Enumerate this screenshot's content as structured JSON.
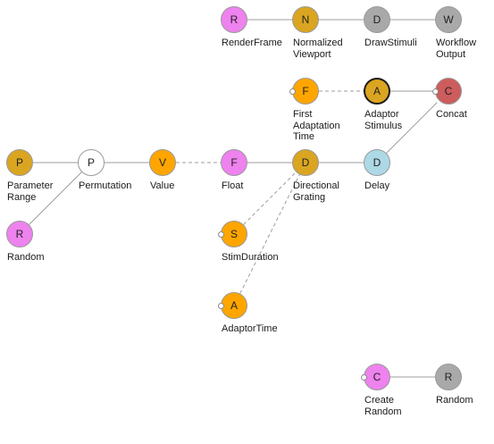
{
  "colors": {
    "violet": "#ee82ee",
    "goldenrod": "#daa520",
    "gray": "#a9a9a9",
    "orange": "#ffa500",
    "indianred": "#cd5c5c",
    "white": "#ffffff",
    "lightblue": "#add8e6"
  },
  "nodes": [
    {
      "id": "renderframe",
      "glyph": "R",
      "label": "RenderFrame",
      "color": "violet"
    },
    {
      "id": "normalizedviewport",
      "glyph": "N",
      "label": "Normalized\nViewport",
      "color": "goldenrod"
    },
    {
      "id": "drawstimuli",
      "glyph": "D",
      "label": "DrawStimuli",
      "color": "gray"
    },
    {
      "id": "workflowoutput",
      "glyph": "W",
      "label": "Workflow\nOutput",
      "color": "gray"
    },
    {
      "id": "firstadaptationtime",
      "glyph": "F",
      "label": "First\nAdaptation\nTime",
      "color": "orange",
      "inport": true
    },
    {
      "id": "adaptorstimulus",
      "glyph": "A",
      "label": "Adaptor\nStimulus",
      "color": "goldenrod",
      "selected": true
    },
    {
      "id": "concat",
      "glyph": "C",
      "label": "Concat",
      "color": "indianred",
      "inport": true
    },
    {
      "id": "parameterrange",
      "glyph": "P",
      "label": "Parameter\nRange",
      "color": "goldenrod"
    },
    {
      "id": "permutation",
      "glyph": "P",
      "label": "Permutation",
      "color": "white"
    },
    {
      "id": "value",
      "glyph": "V",
      "label": "Value",
      "color": "orange"
    },
    {
      "id": "float",
      "glyph": "F",
      "label": "Float",
      "color": "violet"
    },
    {
      "id": "directionalgrating",
      "glyph": "D",
      "label": "Directional\nGrating",
      "color": "goldenrod"
    },
    {
      "id": "delay",
      "glyph": "D",
      "label": "Delay",
      "color": "lightblue"
    },
    {
      "id": "random",
      "glyph": "R",
      "label": "Random",
      "color": "violet"
    },
    {
      "id": "stimduration",
      "glyph": "S",
      "label": "StimDuration",
      "color": "orange",
      "inport": true
    },
    {
      "id": "adaptortime",
      "glyph": "A",
      "label": "AdaptorTime",
      "color": "orange",
      "inport": true
    },
    {
      "id": "createrandom",
      "glyph": "C",
      "label": "Create\nRandom",
      "color": "violet",
      "inport": true
    },
    {
      "id": "random2",
      "glyph": "R",
      "label": "Random",
      "color": "gray"
    }
  ],
  "edges": [
    {
      "from": "renderframe",
      "to": "normalizedviewport"
    },
    {
      "from": "normalizedviewport",
      "to": "drawstimuli"
    },
    {
      "from": "drawstimuli",
      "to": "workflowoutput"
    },
    {
      "from": "firstadaptationtime",
      "to": "adaptorstimulus",
      "dashed": true
    },
    {
      "from": "adaptorstimulus",
      "to": "concat"
    },
    {
      "from": "parameterrange",
      "to": "permutation"
    },
    {
      "from": "random",
      "to": "permutation"
    },
    {
      "from": "permutation",
      "to": "value"
    },
    {
      "from": "value",
      "to": "float",
      "dashed": true
    },
    {
      "from": "float",
      "to": "directionalgrating"
    },
    {
      "from": "directionalgrating",
      "to": "delay"
    },
    {
      "from": "delay",
      "to": "concat"
    },
    {
      "from": "stimduration",
      "to": "directionalgrating",
      "dashed": true
    },
    {
      "from": "adaptortime",
      "to": "directionalgrating",
      "dashed": true
    },
    {
      "from": "createrandom",
      "to": "random2"
    }
  ]
}
